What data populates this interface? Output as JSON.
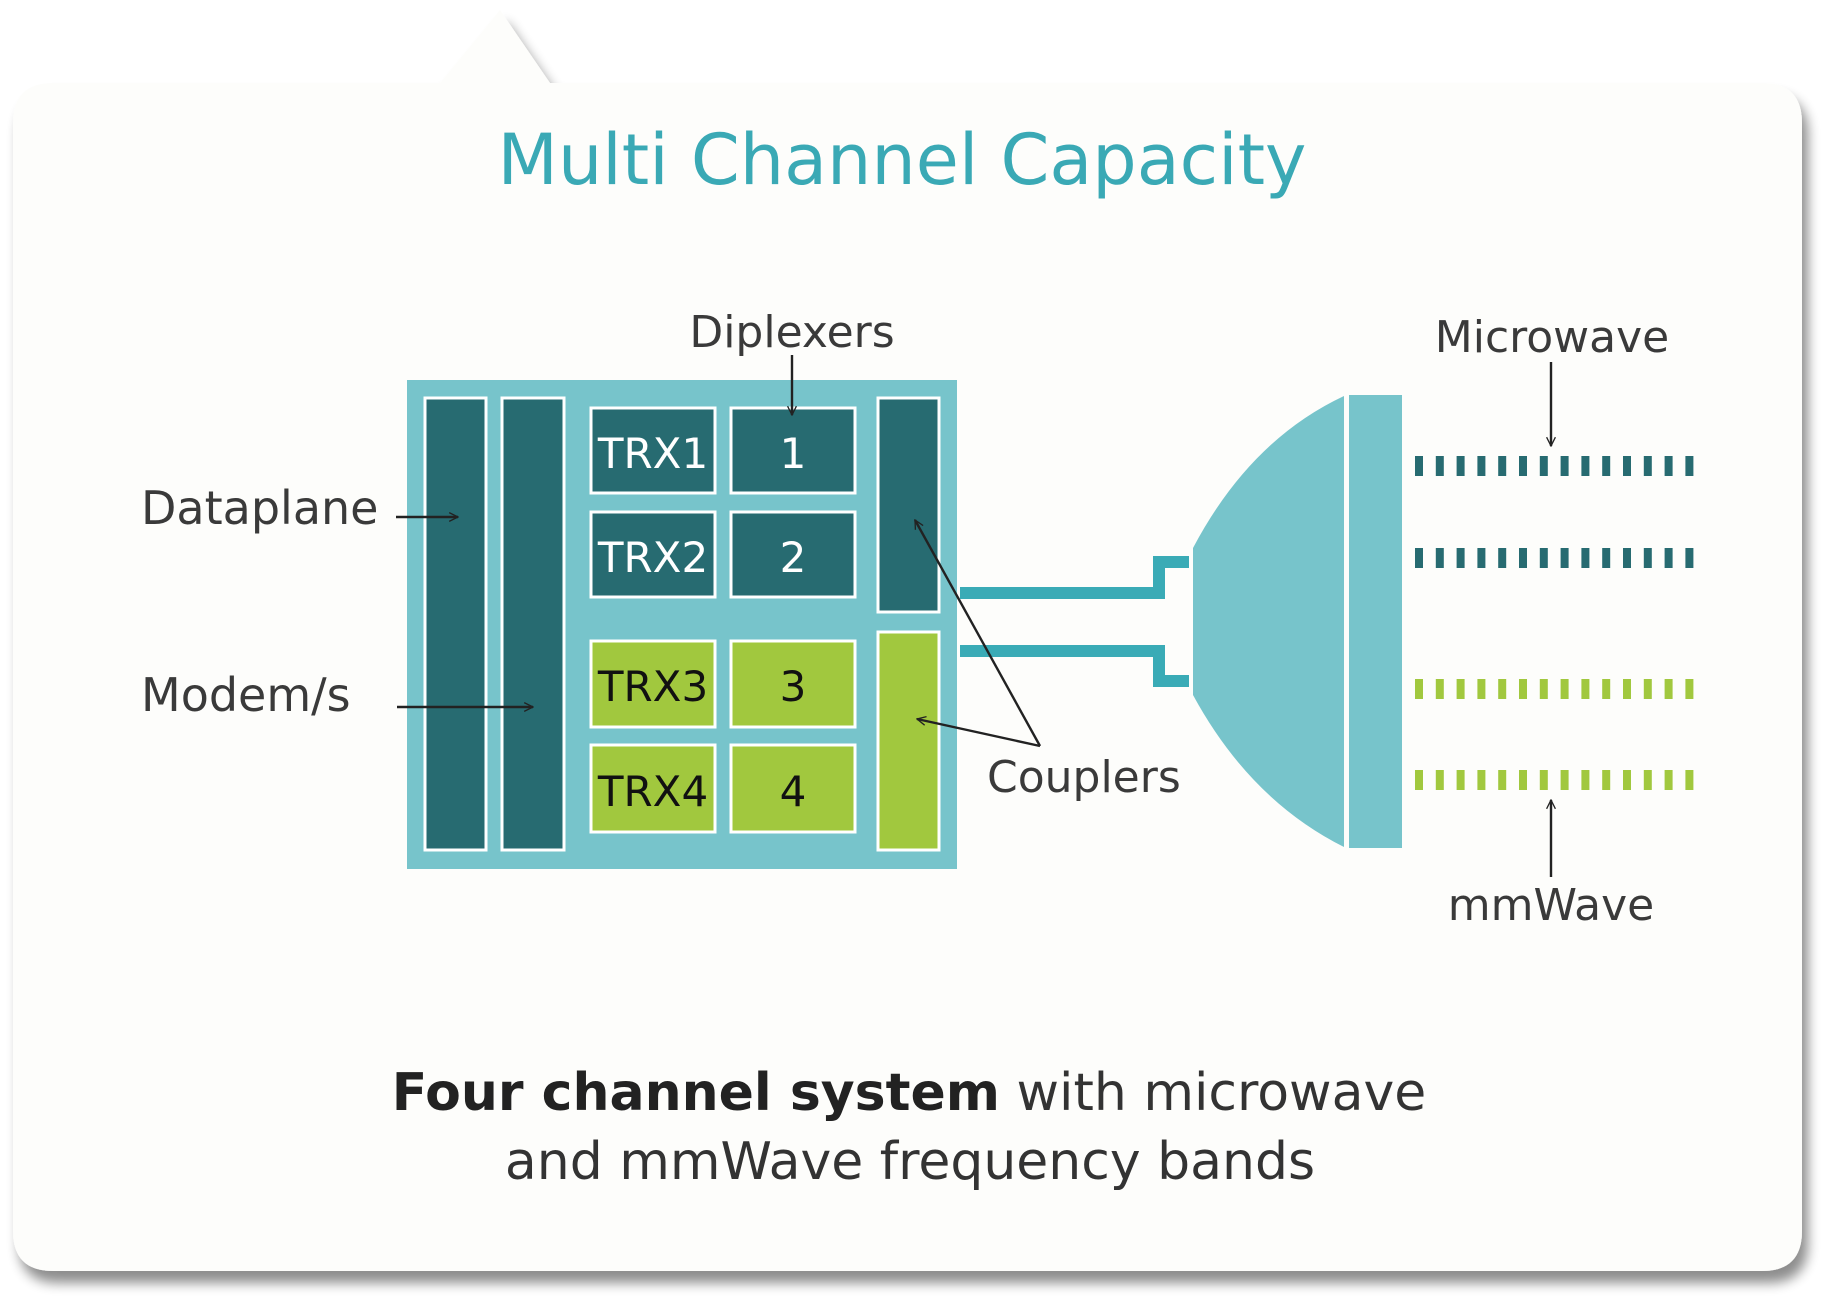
{
  "title": "Multi Channel Capacity",
  "labels": {
    "diplexers": "Diplexers",
    "dataplane": "Dataplane",
    "modems": "Modem/s",
    "couplers": "Couplers",
    "microwave": "Microwave",
    "mmwave": "mmWave"
  },
  "channels": [
    {
      "trx": "TRX1",
      "diplexer": "1",
      "band": "microwave"
    },
    {
      "trx": "TRX2",
      "diplexer": "2",
      "band": "microwave"
    },
    {
      "trx": "TRX3",
      "diplexer": "3",
      "band": "mmwave"
    },
    {
      "trx": "TRX4",
      "diplexer": "4",
      "band": "mmwave"
    }
  ],
  "caption": {
    "bold": "Four channel system",
    "line1_rest": " with microwave",
    "line2": "and mmWave frequency bands"
  },
  "colors": {
    "title": "#3aa9b5",
    "panel_light": "#77c4cb",
    "dark_teal": "#276b71",
    "green": "#a1c83e",
    "waveguide": "#3aabb6",
    "text": "#3a3a3a",
    "caption_text": "#222222"
  },
  "beam_dash_count": 14
}
